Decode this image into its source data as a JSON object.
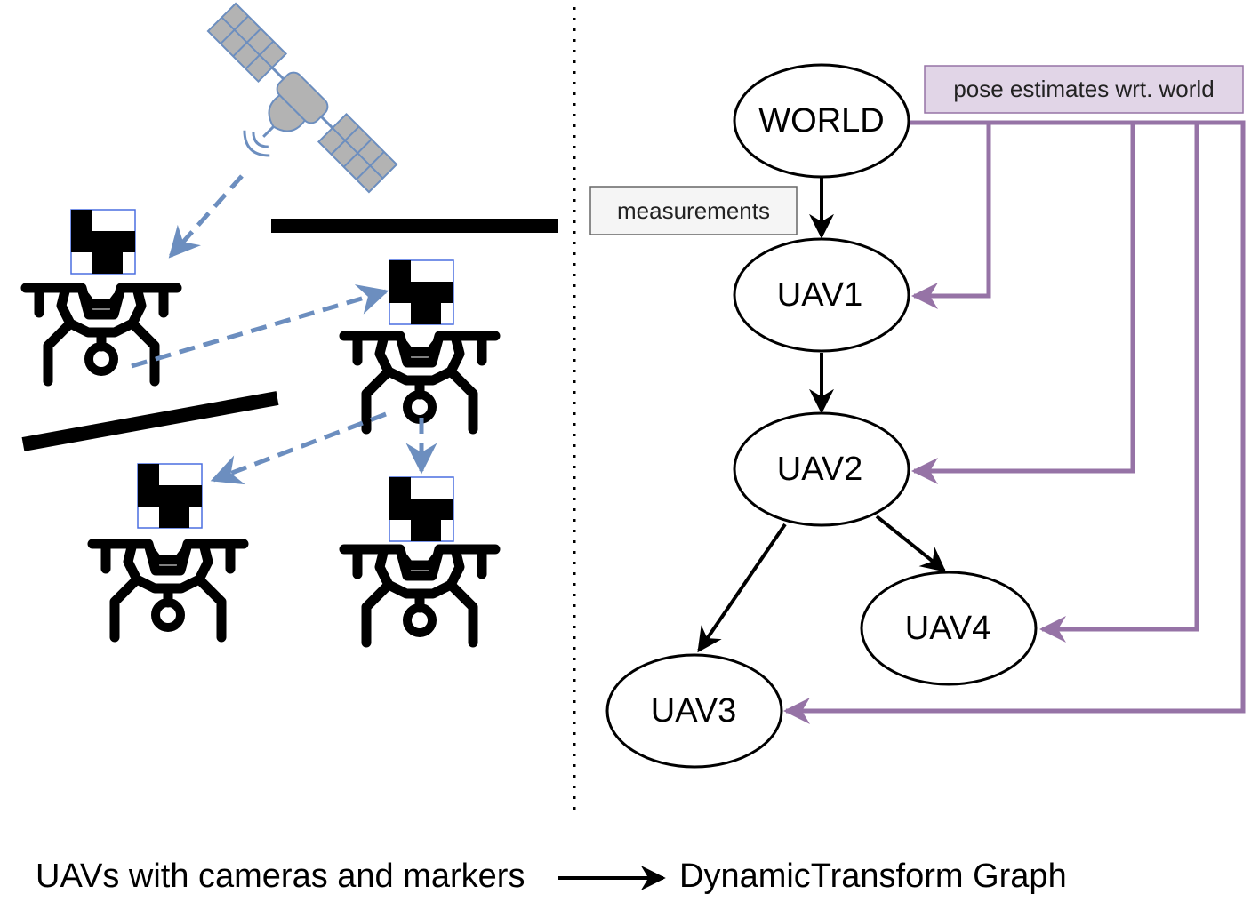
{
  "graph": {
    "nodes": {
      "world": "WORLD",
      "uav1": "UAV1",
      "uav2": "UAV2",
      "uav3": "UAV3",
      "uav4": "UAV4"
    },
    "measurements_label": "measurements",
    "pose_label": "pose estimates wrt. world"
  },
  "caption": {
    "left": "UAVs with cameras and markers",
    "right": "DynamicTransform Graph"
  },
  "colors": {
    "measurement_arrows": "#000000",
    "pose_arrows": "#9673a6",
    "pose_box_fill": "#e1d5e7",
    "measurement_box_fill": "#f5f5f5",
    "camera_links": "#6c8ebf",
    "satellite": "#b3b3b3"
  },
  "icons": {
    "satellite": "satellite-icon",
    "drone": "drone-icon",
    "marker": "checkerboard-marker-icon"
  }
}
